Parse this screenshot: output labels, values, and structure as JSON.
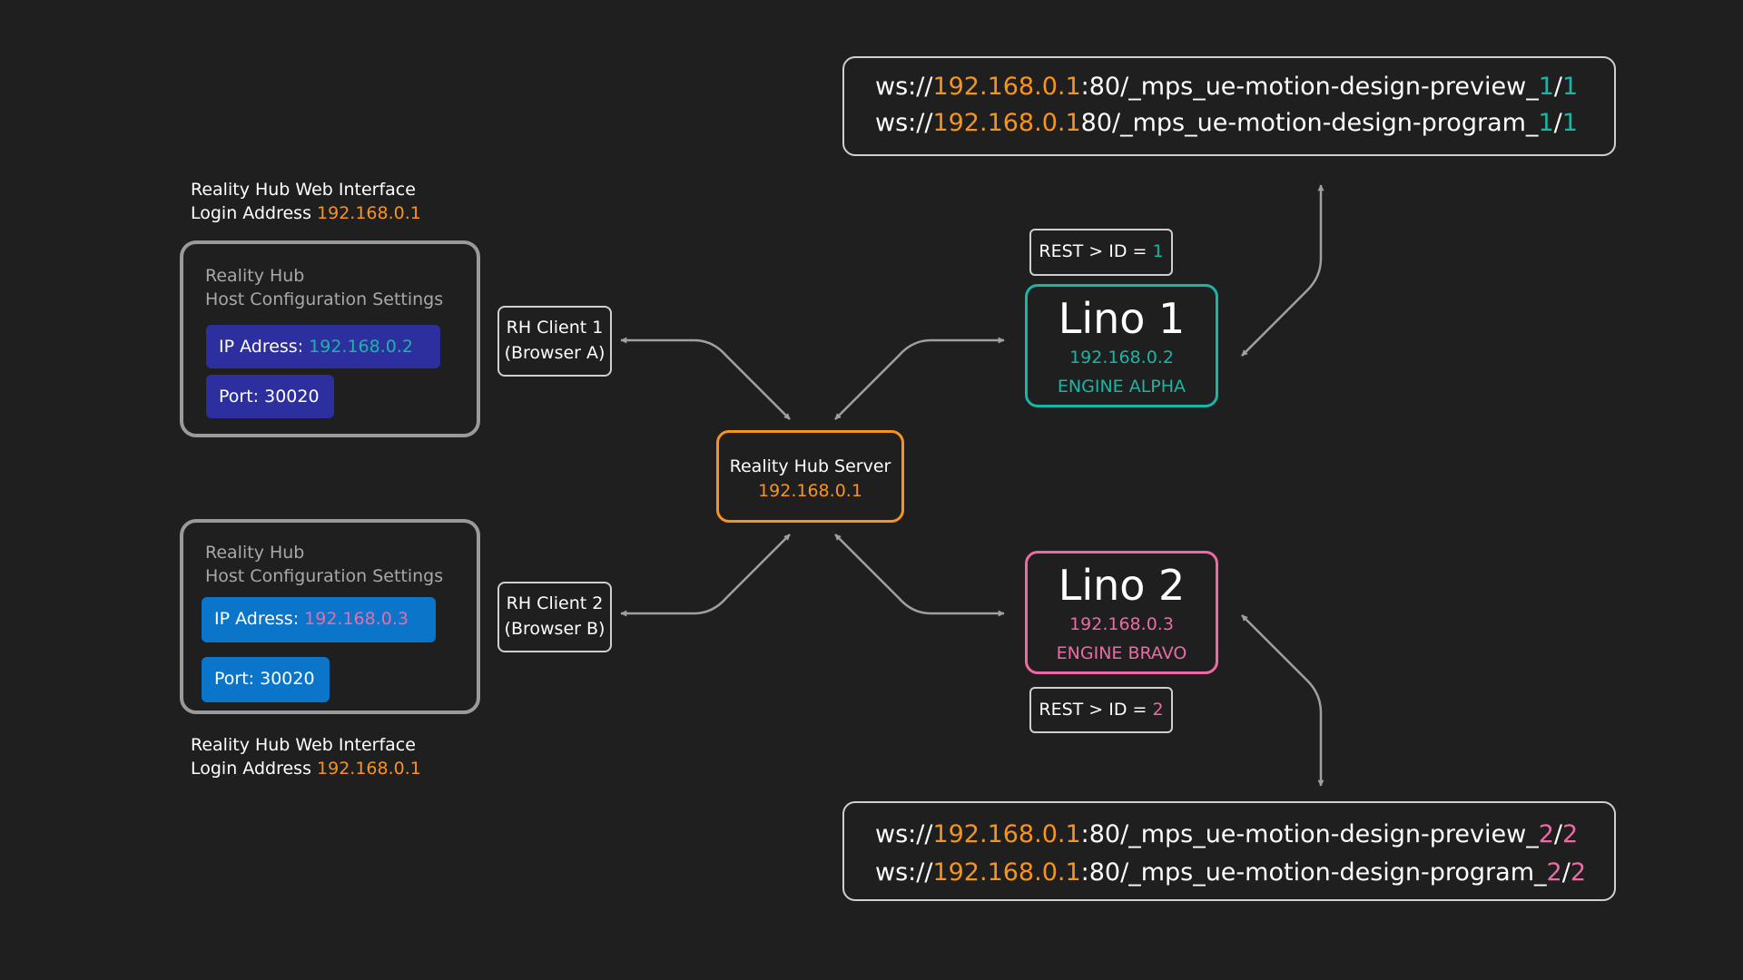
{
  "colors": {
    "background": "#1f1f1f",
    "server_accent": "#f7941d",
    "engine_alpha_accent": "#19b5a5",
    "engine_bravo_accent": "#ec6aa5",
    "host_panel_border": "#9a9a9a",
    "pill_navy": "#2e2f9e",
    "pill_azure": "#0b76c9",
    "arrow": "#a0a0a0"
  },
  "client1": {
    "login": {
      "line1": "Reality Hub Web Interface",
      "line2_prefix": "Login Address ",
      "address": "192.168.0.1"
    },
    "panel": {
      "title_line1": "Reality Hub",
      "title_line2": "Host Configuration Settings"
    },
    "ip": {
      "label": "IP Adress: ",
      "value": "192.168.0.2"
    },
    "port": {
      "label": "Port: 30020"
    },
    "box": {
      "line1": "RH Client 1",
      "line2": "(Browser A)"
    }
  },
  "client2": {
    "login": {
      "line1": "Reality Hub Web Interface",
      "line2_prefix": "Login Address ",
      "address": "192.168.0.1"
    },
    "panel": {
      "title_line1": "Reality Hub",
      "title_line2": "Host Configuration Settings"
    },
    "ip": {
      "label": "IP Adress: ",
      "value": "192.168.0.3"
    },
    "port": {
      "label": "Port: 30020"
    },
    "box": {
      "line1": "RH Client 2",
      "line2": "(Browser B)"
    }
  },
  "server": {
    "name": "Reality Hub Server",
    "ip": "192.168.0.1"
  },
  "engine1": {
    "name": "Lino 1",
    "ip": "192.168.0.2",
    "engine": "ENGINE ALPHA",
    "rest": {
      "prefix": "REST  > ID = ",
      "id": "1"
    }
  },
  "engine2": {
    "name": "Lino 2",
    "ip": "192.168.0.3",
    "engine": "ENGINE BRAVO",
    "rest": {
      "prefix": "REST  > ID = ",
      "id": "2"
    }
  },
  "ws1": {
    "line1": {
      "scheme": "ws://",
      "host": "192.168.0.1",
      "mid": ":80/_mps_ue-motion-design-preview_",
      "a": "1",
      "sep": "/",
      "b": "1"
    },
    "line2": {
      "scheme": "ws://",
      "host": "192.168.0.1",
      "mid": "80/_mps_ue-motion-design-program_",
      "a": "1",
      "sep": "/",
      "b": "1"
    }
  },
  "ws2": {
    "line1": {
      "scheme": "ws://",
      "host": "192.168.0.1",
      "mid": ":80/_mps_ue-motion-design-preview_",
      "a": "2",
      "sep": "/",
      "b": "2"
    },
    "line2": {
      "scheme": "ws://",
      "host": "192.168.0.1",
      "mid": ":80/_mps_ue-motion-design-program_",
      "a": "2",
      "sep": "/",
      "b": "2"
    }
  }
}
